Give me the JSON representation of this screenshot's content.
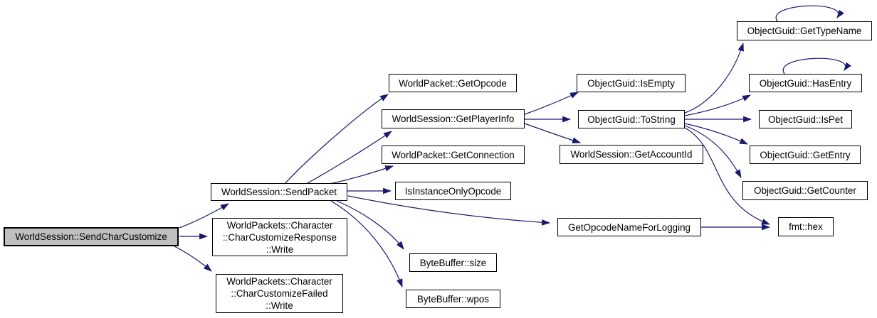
{
  "diagram": {
    "type": "call-graph",
    "colors": {
      "edge": "#191970",
      "node_border": "#000000",
      "node_fill": "#ffffff",
      "root_fill": "#bfbfbf",
      "text": "#000000",
      "background": "#ffffff"
    },
    "nodes": {
      "sendCharCustomize": {
        "label": "WorldSession::SendCharCustomize"
      },
      "sendPacket": {
        "label": "WorldSession::SendPacket"
      },
      "charCustomizeResponseWrite": {
        "label": "WorldPackets::Character\n::CharCustomizeResponse\n::Write"
      },
      "charCustomizeFailedWrite": {
        "label": "WorldPackets::Character\n::CharCustomizeFailed\n::Write"
      },
      "getOpcode": {
        "label": "WorldPacket::GetOpcode"
      },
      "getPlayerInfo": {
        "label": "WorldSession::GetPlayerInfo"
      },
      "getConnection": {
        "label": "WorldPacket::GetConnection"
      },
      "isInstanceOnlyOpcode": {
        "label": "IsInstanceOnlyOpcode"
      },
      "byteBufferSize": {
        "label": "ByteBuffer::size"
      },
      "byteBufferWpos": {
        "label": "ByteBuffer::wpos"
      },
      "getOpcodeNameForLogging": {
        "label": "GetOpcodeNameForLogging"
      },
      "isEmpty": {
        "label": "ObjectGuid::IsEmpty"
      },
      "toString": {
        "label": "ObjectGuid::ToString"
      },
      "getAccountId": {
        "label": "WorldSession::GetAccountId"
      },
      "getTypeName": {
        "label": "ObjectGuid::GetTypeName"
      },
      "hasEntry": {
        "label": "ObjectGuid::HasEntry"
      },
      "isPet": {
        "label": "ObjectGuid::IsPet"
      },
      "getEntry": {
        "label": "ObjectGuid::GetEntry"
      },
      "getCounter": {
        "label": "ObjectGuid::GetCounter"
      },
      "fmtHex": {
        "label": "fmt::hex"
      }
    },
    "edges": [
      {
        "from": "WorldSession::SendCharCustomize",
        "to": "WorldSession::SendPacket"
      },
      {
        "from": "WorldSession::SendCharCustomize",
        "to": "WorldPackets::Character::CharCustomizeResponse::Write"
      },
      {
        "from": "WorldSession::SendCharCustomize",
        "to": "WorldPackets::Character::CharCustomizeFailed::Write"
      },
      {
        "from": "WorldSession::SendPacket",
        "to": "WorldPacket::GetOpcode"
      },
      {
        "from": "WorldSession::SendPacket",
        "to": "WorldSession::GetPlayerInfo"
      },
      {
        "from": "WorldSession::SendPacket",
        "to": "WorldPacket::GetConnection"
      },
      {
        "from": "WorldSession::SendPacket",
        "to": "IsInstanceOnlyOpcode"
      },
      {
        "from": "WorldSession::SendPacket",
        "to": "GetOpcodeNameForLogging"
      },
      {
        "from": "WorldSession::SendPacket",
        "to": "ByteBuffer::size"
      },
      {
        "from": "WorldSession::SendPacket",
        "to": "ByteBuffer::wpos"
      },
      {
        "from": "WorldSession::GetPlayerInfo",
        "to": "ObjectGuid::IsEmpty"
      },
      {
        "from": "WorldSession::GetPlayerInfo",
        "to": "ObjectGuid::ToString"
      },
      {
        "from": "WorldSession::GetPlayerInfo",
        "to": "WorldSession::GetAccountId"
      },
      {
        "from": "ObjectGuid::ToString",
        "to": "ObjectGuid::GetTypeName"
      },
      {
        "from": "ObjectGuid::GetTypeName",
        "to": "ObjectGuid::GetTypeName"
      },
      {
        "from": "ObjectGuid::ToString",
        "to": "ObjectGuid::HasEntry"
      },
      {
        "from": "ObjectGuid::HasEntry",
        "to": "ObjectGuid::HasEntry"
      },
      {
        "from": "ObjectGuid::ToString",
        "to": "ObjectGuid::IsPet"
      },
      {
        "from": "ObjectGuid::ToString",
        "to": "ObjectGuid::GetEntry"
      },
      {
        "from": "ObjectGuid::ToString",
        "to": "ObjectGuid::GetCounter"
      },
      {
        "from": "ObjectGuid::ToString",
        "to": "fmt::hex"
      },
      {
        "from": "GetOpcodeNameForLogging",
        "to": "fmt::hex"
      }
    ]
  }
}
